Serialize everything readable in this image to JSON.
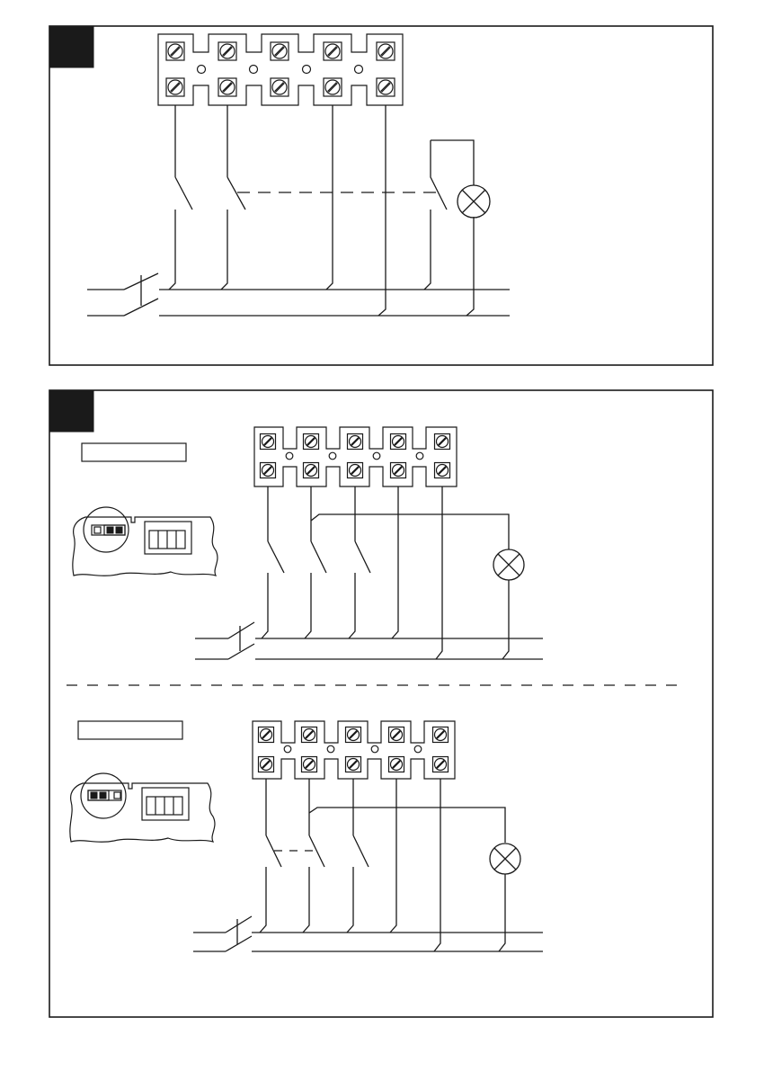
{
  "colors": {
    "ink": "#1a1a1a",
    "paper": "#ffffff"
  },
  "panels": [
    {
      "name": "panel-1",
      "label_box_text": ""
    },
    {
      "name": "panel-2-upper",
      "label_box_text": ""
    },
    {
      "name": "panel-2-lower",
      "label_box_text": ""
    }
  ],
  "icons": {
    "terminal": "screw-terminal-icon",
    "lamp": "lamp-icon",
    "switch": "switch-icon",
    "jumper": "jumper-icon",
    "dip": "dip-switch-icon"
  }
}
